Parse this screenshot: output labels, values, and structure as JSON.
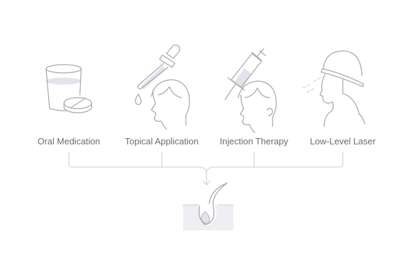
{
  "treatments": [
    {
      "label": "Oral Medication",
      "icon": "glass-and-pill-icon"
    },
    {
      "label": "Topical Application",
      "icon": "dropper-on-head-icon"
    },
    {
      "label": "Injection Therapy",
      "icon": "syringe-on-head-icon"
    },
    {
      "label": "Low-Level Laser",
      "icon": "laser-cap-icon"
    }
  ],
  "target": {
    "icon": "hair-follicle-icon"
  },
  "colors": {
    "stroke": "#a9a9a9",
    "fill": "#e6e6ef",
    "connector": "#d6d6d6"
  }
}
